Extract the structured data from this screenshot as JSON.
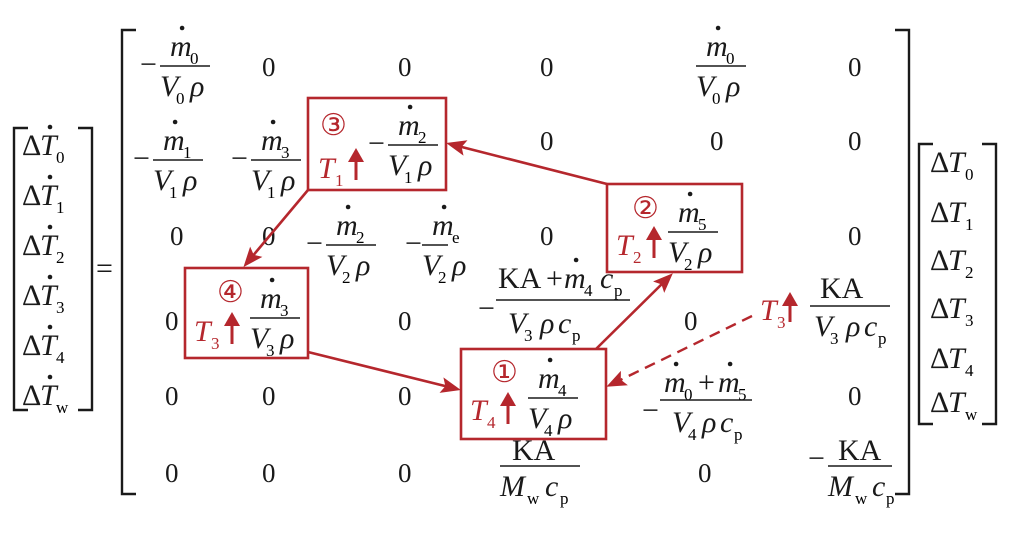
{
  "equals": "=",
  "minus": "−",
  "plus": "+",
  "zero": "0",
  "delta": "Δ",
  "rho": "ρ",
  "KA": "KA",
  "T": "T",
  "V": "V",
  "m": "m",
  "c": "c",
  "M": "M",
  "sub_p": "p",
  "sub_w": "w",
  "sub_e": "e",
  "lhs_subs": [
    "0",
    "1",
    "2",
    "3",
    "4",
    "w"
  ],
  "rhs_subs": [
    "0",
    "1",
    "2",
    "3",
    "4",
    "w"
  ],
  "circled_labels": [
    "①",
    "②",
    "③",
    "④"
  ],
  "box_T_subs": [
    "4",
    "2",
    "1",
    "3"
  ],
  "dashed_T_sub": "3",
  "accent_color": "#b5272d",
  "text_color": "#1a1a1a",
  "arrow_icon": "up-arrow-icon"
}
